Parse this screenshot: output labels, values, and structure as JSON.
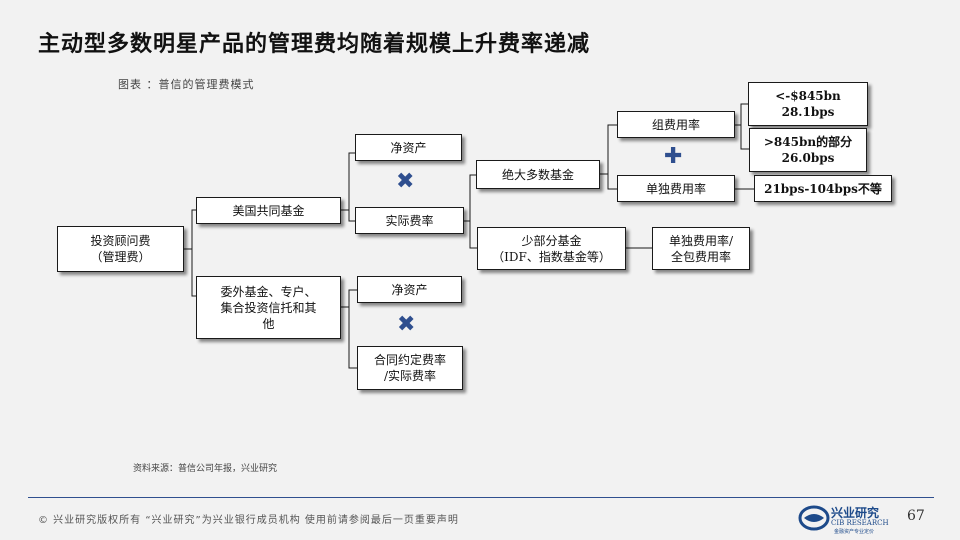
{
  "title": "主动型多数明星产品的管理费均随着规模上升费率递减",
  "caption": "图表 ：普信的管理费模式",
  "diagram": {
    "root": "投资顾问费\n（管理费）",
    "us_fund": "美国共同基金",
    "other_fund": "委外基金、专户、\n集合投资信托和其\n他",
    "net_asset_1": "净资产",
    "actual_rate": "实际费率",
    "net_asset_2": "净资产",
    "contract_rate": "合同约定费率\n/实际费率",
    "most_funds": "绝大多数基金",
    "few_funds": "少部分基金\n（IDF、指数基金等）",
    "group_rate": "组费用率",
    "separate_rate": "单独费用率",
    "separate_all_in": "单独费用率/\n全包费用率",
    "tier_low": "<-$845bn\n28.1bps",
    "tier_high": ">845bn的部分\n26.0bps",
    "separate_range": "21bps-104bps不等",
    "multiply_symbol": "✖",
    "plus_symbol": "✚"
  },
  "source": "资料来源：普信公司年报，兴业研究",
  "footer": "©  兴业研究版权所有    “兴业研究”为兴业银行成员机构   使用前请参阅最后一页重要声明",
  "logo": {
    "name": "兴业研究",
    "sub": "CIB RESEARCH",
    "tagline": "金融资产专业定价"
  },
  "page_number": "67",
  "colors": {
    "accent": "#2f4f8f",
    "symbol": "#2f4f8f"
  }
}
